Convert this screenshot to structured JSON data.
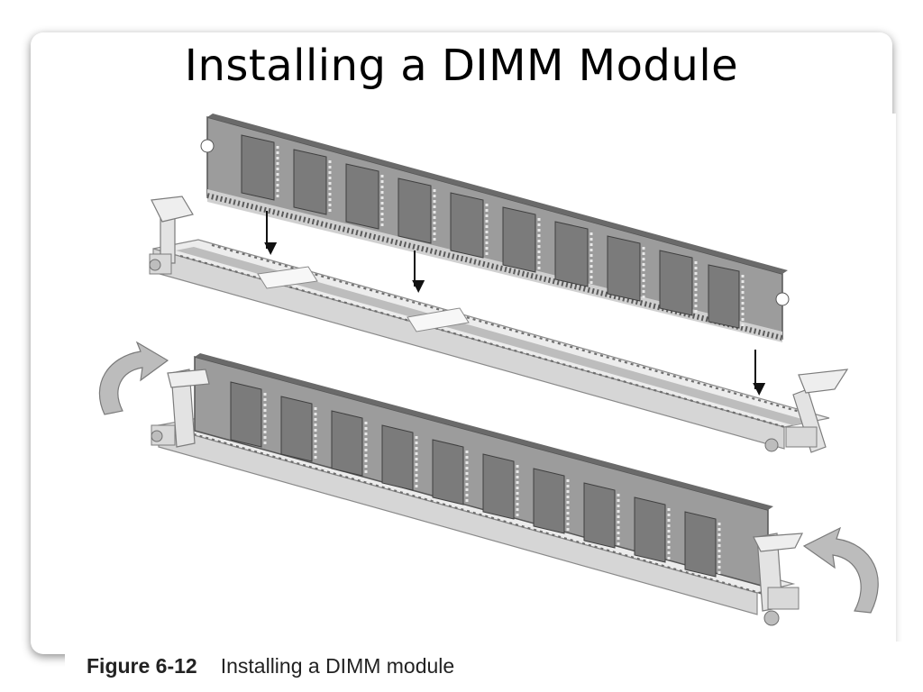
{
  "slide": {
    "title": "Installing a DIMM Module"
  },
  "figure": {
    "label": "Figure 6-12",
    "caption": "Installing a DIMM module"
  }
}
